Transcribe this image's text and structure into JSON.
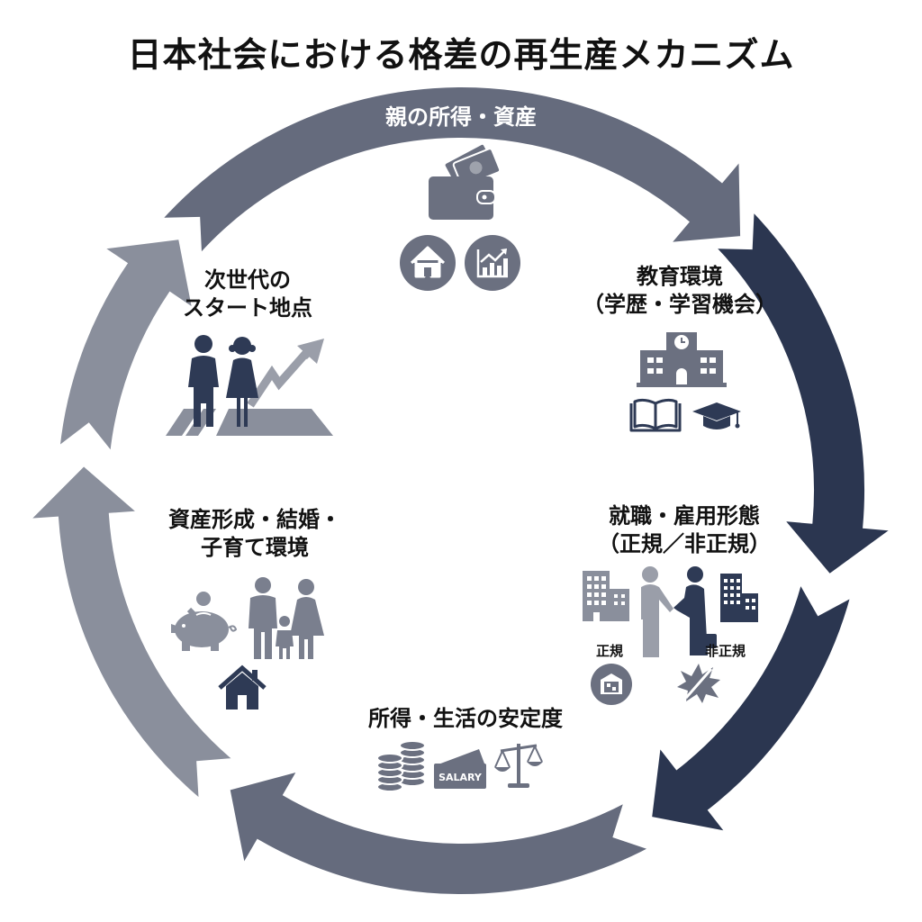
{
  "title": "日本社会における格差の再生産メカニズム",
  "colors": {
    "arrow_mid": "#656b7d",
    "arrow_dark": "#2b3650",
    "arrow_light": "#8a8f9c",
    "icon_gray": "#6b7080",
    "icon_dark": "#2e3a55"
  },
  "stages": [
    {
      "id": "parent-income",
      "label": "親の所得・資産",
      "icons": [
        "wallet-with-money-icon",
        "house-icon",
        "growth-chart-icon"
      ]
    },
    {
      "id": "education",
      "label_lines": [
        "教育環境",
        "（学歴・学習機会）"
      ],
      "icons": [
        "school-building-icon",
        "open-book-icon",
        "graduation-cap-icon"
      ]
    },
    {
      "id": "employment",
      "label_lines": [
        "就職・雇用形態",
        "（正規／非正規）"
      ],
      "icons": [
        "office-building-icon",
        "handshake-people-icon",
        "office-building-icon"
      ],
      "sub_labels": [
        "正規",
        "非正規"
      ],
      "sub_icons": [
        "secure-building-icon",
        "burst-warning-icon"
      ]
    },
    {
      "id": "income-stability",
      "label": "所得・生活の安定度",
      "icons": [
        "coin-stack-icon",
        "salary-envelope-icon",
        "balance-scale-icon"
      ],
      "salary_text": "SALARY"
    },
    {
      "id": "assets-family",
      "label_lines": [
        "資産形成・結婚・",
        "子育て環境"
      ],
      "icons": [
        "piggy-bank-icon",
        "family-icon",
        "house-icon"
      ]
    },
    {
      "id": "next-generation",
      "label_lines": [
        "次世代の",
        "スタート地点"
      ],
      "icons": [
        "children-icon",
        "rising-arrow-icon",
        "starting-grid-icon"
      ]
    }
  ]
}
